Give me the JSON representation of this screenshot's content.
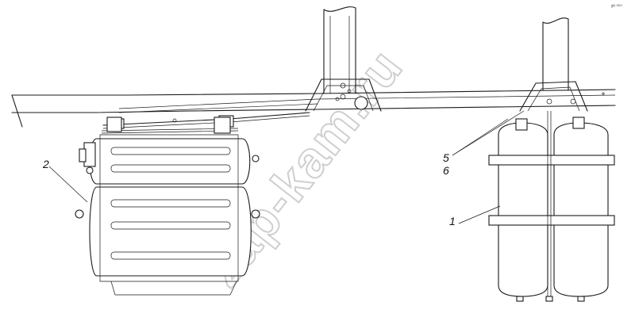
{
  "callouts": [
    {
      "id": "callout-2",
      "label": "2"
    },
    {
      "id": "callout-5",
      "label": "5"
    },
    {
      "id": "callout-6",
      "label": "6"
    },
    {
      "id": "callout-1",
      "label": "1"
    }
  ],
  "watermark": "zap-kam.ru",
  "corner_mark": "ᵍᴺ ⁰⁰⁰",
  "colors": {
    "line": "#1a1a1a",
    "background": "#ffffff",
    "watermark": "#cfcfcf"
  }
}
